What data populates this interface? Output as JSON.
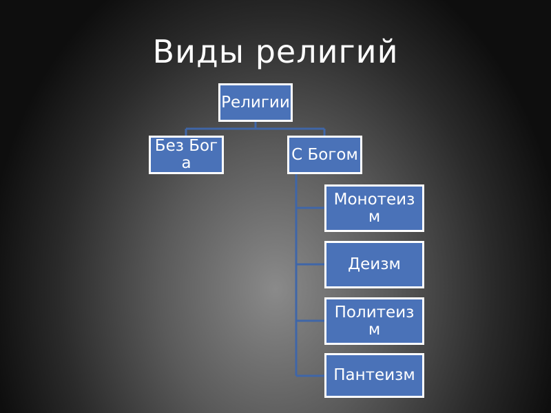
{
  "slide": {
    "title": "Виды религий"
  },
  "diagram": {
    "root": "Религии",
    "branches": {
      "without_god": "Без Бога",
      "with_god": "С Богом"
    },
    "types": {
      "monotheism": "Монотеизм",
      "deism": "Деизм",
      "polytheism": "Политеизм",
      "pantheism": "Пантеизм"
    }
  },
  "colors": {
    "node_fill": "#4a72b8",
    "node_border": "#ffffff",
    "connector": "#3f66a8",
    "text": "#ffffff"
  }
}
